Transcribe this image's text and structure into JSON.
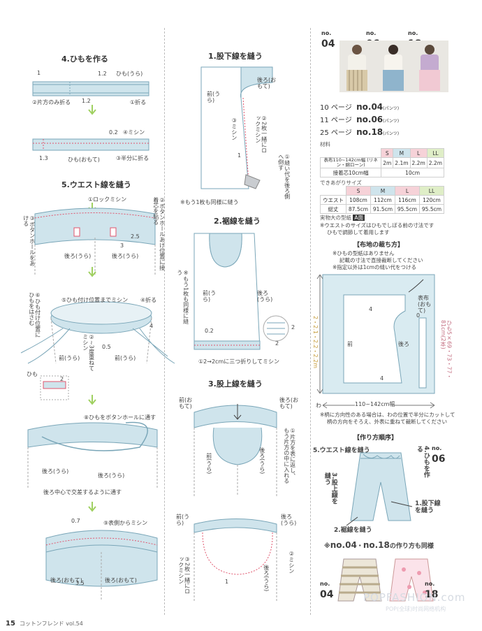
{
  "footer": {
    "page": "15",
    "magazine": "コットンフレンド",
    "vol": "vol.54"
  },
  "watermark": {
    "main": "POPFASHION.com",
    "sub": "POP(全球)时尚网络机构"
  },
  "colors": {
    "fabric": "#cfe4ec",
    "fabric_dark": "#a7c8d6",
    "stitch": "#e0556d",
    "accent": "#ee7b8d",
    "arrow": "#9fd060"
  },
  "col1": {
    "step4": {
      "title": "4.ひもを作る",
      "d1": {
        "n1": "1",
        "n12a": "1.2",
        "himo_ura": "ひも(うら)",
        "n12b": "1.2",
        "step2": "②片方のみ折る",
        "step1": "①折る"
      },
      "d2": {
        "n02": "0.2",
        "step4": "④ミシン",
        "n13": "1.3",
        "himo_omote": "ひも(おもて)",
        "step3": "③半分に折る"
      }
    },
    "step5": {
      "title": "5.ウエスト線を縫う",
      "d1": {
        "lockmishin": "①ロックミシン",
        "step2": "②ボタンホールあけ位置に接着芯を貼る",
        "step3": "③ボタンホールをあける",
        "n25": "2.5",
        "n3": "3",
        "back_ura_l": "後ろ(うら)",
        "back_ura_r": "後ろ(うら)"
      },
      "d2": {
        "step6": "⑥ひも付け位置にひもをはさむ",
        "step5": "⑤ひも付け位置までミシン",
        "step4": "④折る",
        "n4": "4",
        "ura_tsukeru": "②~3度重ねてミシン",
        "n05": "0.5",
        "front_ura": "前(うら)",
        "front_ura2": "前(うら)",
        "himo": "ひも",
        "n2": "2"
      },
      "d3": {
        "step8": "⑧ひもをボタンホールに通す",
        "back_ura": "後ろ(うら)",
        "back_ura2": "後ろ(うら)",
        "center": "後ろ中心で交差するように通す"
      },
      "d4": {
        "n07": "0.7",
        "step9": "⑨表側からミシン",
        "back_omote": "後ろ(おもて)",
        "back_omote2": "後ろ(おもて)",
        "n35": "3.5"
      }
    }
  },
  "col2": {
    "step1": {
      "title": "1.股下線を縫う",
      "back_omote": "後ろ(おもて)",
      "front_ura": "前(うら)",
      "mishin": "③ミシン",
      "lock": "②2枚一緒にロックミシン",
      "n1": "1",
      "seam": "①縫い代を後ろ側へ倒す",
      "note": "※もう1枚も同様に縫う"
    },
    "step2": {
      "title": "2.裾線を縫う",
      "note": "※もう1枚も同様に縫う",
      "front_ura": "前(うら)",
      "back_ura": "後ろ(うら)",
      "n02": "0.2",
      "n2a": "2",
      "n2b": "2",
      "fold": "①2→2cmに三つ折りしてミシン"
    },
    "step3": {
      "title": "3.股上線を縫う",
      "front_omote": "前(おもて)",
      "back_omote": "後ろ(おもて)",
      "step1": "①片方を表に返し、もう片方の中に入れる",
      "front_ura": "前(うら)",
      "back_ura": "後ろ(うら)",
      "front_ura2": "前(うら)",
      "back_ura2": "後ろ(うら)",
      "mishin": "②ミシン",
      "lock": "③2枚一緒にロックミシン",
      "n1": "1",
      "back_ura3": "後ろ(うら)"
    }
  },
  "col3": {
    "models": [
      {
        "no": "no.",
        "num": "04"
      },
      {
        "no": "no.",
        "num": "06"
      },
      {
        "no": "no.",
        "num": "18"
      }
    ],
    "pages": [
      {
        "page": "10 ページ",
        "no": "no.",
        "num": "04",
        "kind": "(パンツ)"
      },
      {
        "page": "11 ページ",
        "no": "no.",
        "num": "06",
        "kind": "(パンツ)"
      },
      {
        "page": "25 ページ",
        "no": "no.",
        "num": "18",
        "kind": "(パンツ)"
      }
    ],
    "materials": {
      "label": "材料",
      "headers": [
        "S",
        "M",
        "L",
        "LL"
      ],
      "rows": [
        {
          "name": "表布110~142cm幅 (リネン・綿ローン)",
          "vals": [
            "2m",
            "2.1m",
            "2.2m",
            "2.2m"
          ]
        },
        {
          "name": "接着芯10cm幅",
          "vals": [
            "10cm"
          ]
        }
      ]
    },
    "finished": {
      "label": "できあがりサイズ",
      "headers": [
        "S",
        "M",
        "L",
        "LL"
      ],
      "rows": [
        {
          "name": "ウエスト",
          "vals": [
            "108cm",
            "112cm",
            "116cm",
            "120cm"
          ]
        },
        {
          "name": "総丈",
          "vals": [
            "87.5cm",
            "91.5cm",
            "95.5cm",
            "95.5cm"
          ]
        }
      ]
    },
    "pattern": {
      "label": "実物大の型紙",
      "side": "A面",
      "note1": "※ウエストのサイズはひもでしぼる前の寸法です",
      "note2": "ひもで調節して着用します"
    },
    "cutting": {
      "title": "【布地の裁ち方】",
      "note1": "※ひもの型紙はありません",
      "note2": "記載の寸法で直接裁断してください",
      "note3": "※指定以外は1cmの縫い代をつける",
      "face": "表布(おもて)",
      "front": "前",
      "back": "後ろ",
      "n4a": "4",
      "n4b": "4",
      "n0": "0",
      "himo": "ひも5×69・73・77・81cm(2本)",
      "height": "2・2.1・2.2・2.2m",
      "width": "110~142cm幅",
      "wa": "わ",
      "foot1": "※柄に方向性のある場合は、わの位置で半分にカットして",
      "foot2": "柄の方向をそろえ、外表に重ねて裁断してください"
    },
    "order": {
      "title": "【作り方順序】",
      "s5": "5.ウエスト線を縫う",
      "s4": "4.ひもを作る",
      "s3": "3.股上線を縫う",
      "s2": "2.裾線を縫う",
      "s1": "1.股下線を縫う",
      "no": "no.",
      "num": "06",
      "same_prefix": "※",
      "same_a": "no.04",
      "same_dot": "・",
      "same_b": "no.18",
      "same_suffix": "の作り方も同様",
      "bl_no": "no.",
      "bl_num": "04",
      "br_no": "no.",
      "br_num": "18"
    }
  }
}
